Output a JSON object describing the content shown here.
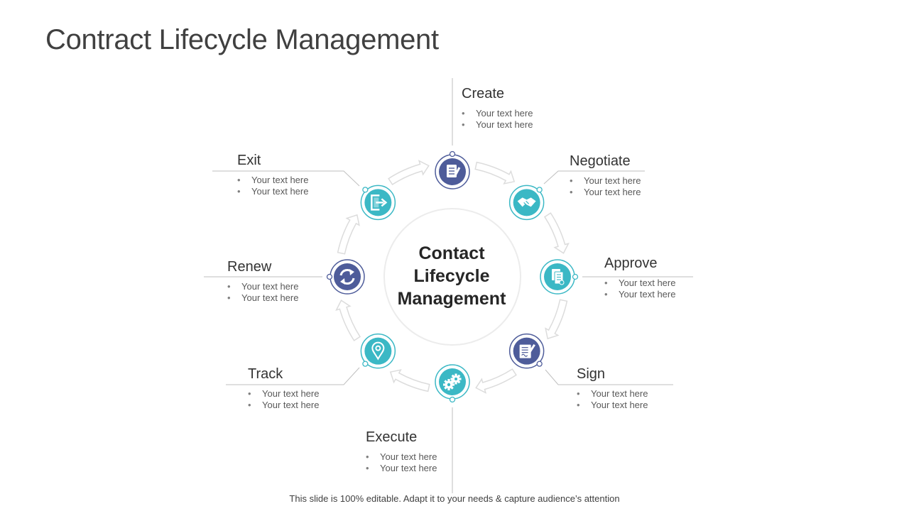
{
  "page": {
    "title": "Contract Lifecycle Management",
    "center_label": "Contact\nLifecycle\nManagement",
    "footer": "This slide is 100% editable. Adapt it to your needs & capture audience’s attention"
  },
  "colors": {
    "teal": "#3bb8c5",
    "navy": "#4e5c9a",
    "ring": "#eeeeee",
    "line": "#bfbfbf"
  },
  "stages": [
    {
      "id": "create",
      "title": "Create",
      "bullets": [
        "Your text here",
        "Your text here"
      ],
      "icon": "document-edit-icon",
      "color": "navy"
    },
    {
      "id": "negotiate",
      "title": "Negotiate",
      "bullets": [
        "Your text here",
        "Your text here"
      ],
      "icon": "handshake-icon",
      "color": "teal"
    },
    {
      "id": "approve",
      "title": "Approve",
      "bullets": [
        "Your text here",
        "Your text here"
      ],
      "icon": "document-approve-icon",
      "color": "teal"
    },
    {
      "id": "sign",
      "title": "Sign",
      "bullets": [
        "Your text here",
        "Your text here"
      ],
      "icon": "document-sign-icon",
      "color": "navy"
    },
    {
      "id": "execute",
      "title": "Execute",
      "bullets": [
        "Your text here",
        "Your text here"
      ],
      "icon": "gears-icon",
      "color": "teal"
    },
    {
      "id": "track",
      "title": "Track",
      "bullets": [
        "Your text here",
        "Your text here"
      ],
      "icon": "location-pin-icon",
      "color": "teal"
    },
    {
      "id": "renew",
      "title": "Renew",
      "bullets": [
        "Your text here",
        "Your text here"
      ],
      "icon": "refresh-icon",
      "color": "navy"
    },
    {
      "id": "exit",
      "title": "Exit",
      "bullets": [
        "Your text here",
        "Your text here"
      ],
      "icon": "exit-icon",
      "color": "teal"
    }
  ]
}
